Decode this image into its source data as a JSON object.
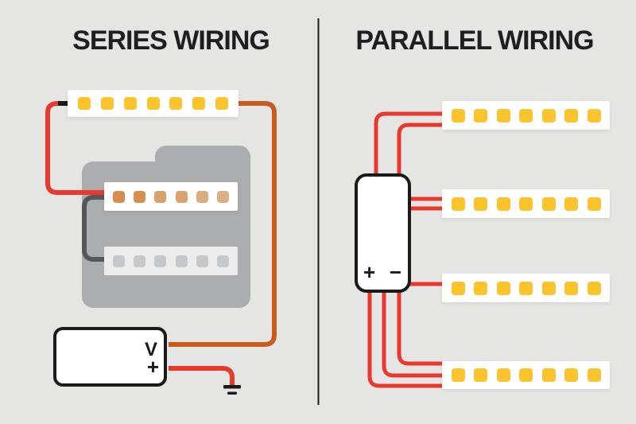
{
  "left_panel": {
    "title": "SERIES WIRING",
    "psu": {
      "voltage_label": "V",
      "positive_label": "+"
    },
    "strips": [
      {
        "name": "series-strip-1",
        "state": "lit",
        "led_count": 7,
        "strip_bg": "#ffffff",
        "led_colors": [
          "#FBC32C"
        ]
      },
      {
        "name": "series-strip-2",
        "state": "dimmed",
        "led_count": 6,
        "strip_bg": "#ffffff",
        "led_colors": [
          "#D78D4C",
          "#D78F4E",
          "#D9A06C",
          "#D9A26E",
          "#DBAB7D",
          "#DCAE83"
        ]
      },
      {
        "name": "series-strip-3",
        "state": "off",
        "led_count": 6,
        "strip_bg": "#ECECED",
        "led_colors": [
          "#C5C7C9"
        ]
      }
    ],
    "has_ground_symbol": true
  },
  "right_panel": {
    "title": "PARALLEL WIRING",
    "psu": {
      "positive_label": "+",
      "negative_label": "−"
    },
    "strips": [
      {
        "name": "parallel-strip-1",
        "state": "lit",
        "led_count": 7,
        "strip_bg": "#ffffff",
        "led_colors": [
          "#FBC32C"
        ]
      },
      {
        "name": "parallel-strip-2",
        "state": "lit",
        "led_count": 7,
        "strip_bg": "#ffffff",
        "led_colors": [
          "#FBC32C"
        ]
      },
      {
        "name": "parallel-strip-3",
        "state": "lit",
        "led_count": 7,
        "strip_bg": "#ffffff",
        "led_colors": [
          "#FBC32C"
        ]
      },
      {
        "name": "parallel-strip-4",
        "state": "lit",
        "led_count": 7,
        "strip_bg": "#ffffff",
        "led_colors": [
          "#FBC32C"
        ]
      }
    ]
  },
  "colors": {
    "background": "#E5E5E4",
    "title_text": "#1F1E20",
    "divider": "#1a1a1a",
    "wire_red": "#E9392F",
    "wire_orange": "#C85C1E",
    "wire_gray": "#55565A",
    "wire_tip_black": "#1a1a1a",
    "surface_gray": "#ACADAF",
    "ground_black": "#1a1a1a",
    "led_yellow": "#FBC32C"
  }
}
